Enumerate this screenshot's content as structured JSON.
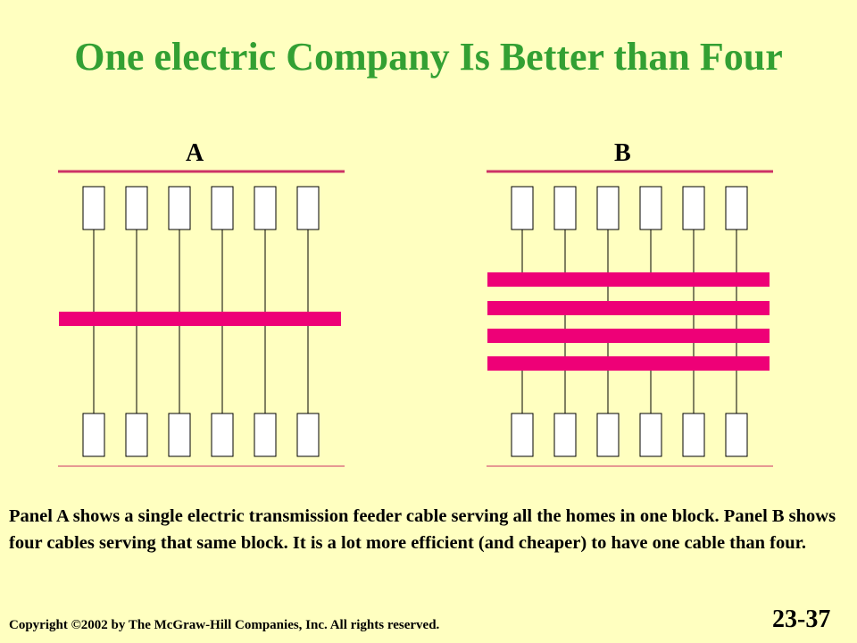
{
  "title": "One electric Company Is Better than Four",
  "panels": [
    {
      "label": "A",
      "cables": 1
    },
    {
      "label": "B",
      "cables": 4
    }
  ],
  "houses_per_side": 6,
  "caption": "Panel A shows a single electric transmission feeder cable serving all the homes in one block.  Panel B shows four cables serving that same block.  It is a lot more efficient (and cheaper) to have one cable than four.",
  "copyright": "Copyright ©2002 by The McGraw-Hill Companies, Inc.  All rights reserved.",
  "slide_number": "23-37",
  "colors": {
    "background": "#FFFFC0",
    "title": "#33A033",
    "cable": "#EE0077",
    "street_line": "#CC3366"
  }
}
